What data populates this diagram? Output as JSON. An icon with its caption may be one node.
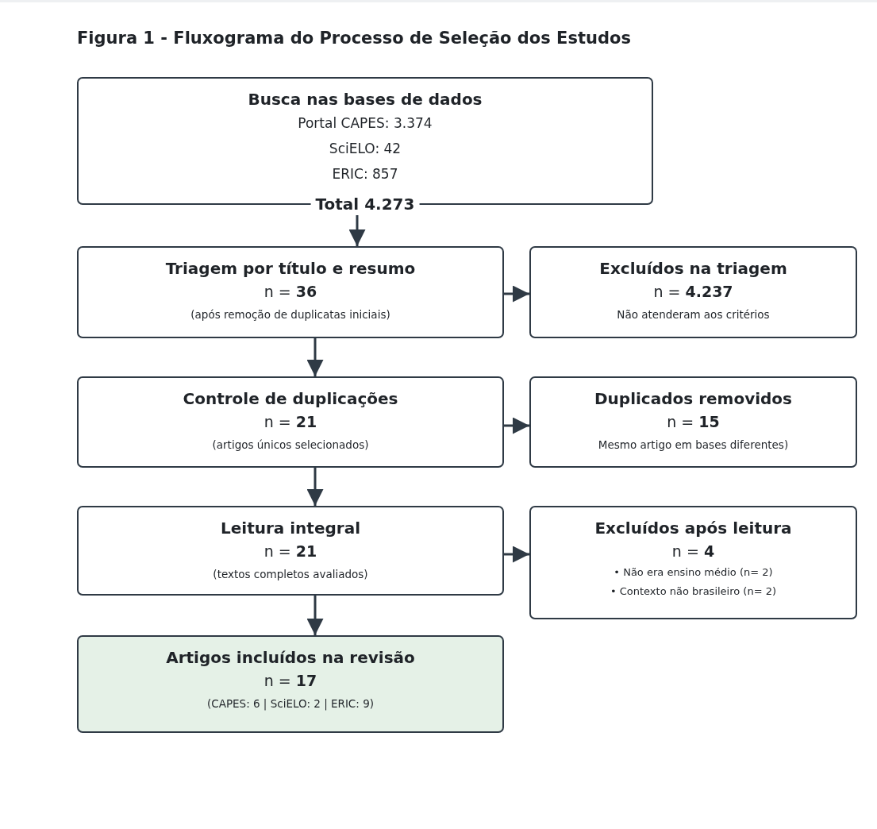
{
  "diagram": {
    "title": "Figura 1 - Fluxograma do Processo de Seleção dos Estudos",
    "nodes": [
      {
        "text": [
          "Busca nas bases de dados",
          "Portal CAPES: 3.374",
          "SciELO: 42",
          "ERIC: 857",
          "Total 4.273"
        ]
      },
      {
        "text": [
          "Triagem por título e resumo",
          "n = **36**",
          "(após remoção de duplicatas iniciais)"
        ]
      },
      {
        "text": [
          "Excluídos na triagem",
          "n = **4.237**",
          "Não atenderam aos critérios"
        ]
      },
      {
        "text": [
          "Controle de duplicações",
          "n = **21**",
          "(artigos únicos selecionados)"
        ]
      },
      {
        "text": [
          "Duplicados removidos",
          "n = **15**",
          "Mesmo artigo em bases diferentes)"
        ]
      },
      {
        "text": [
          "Leitura integral",
          "n = **21**",
          "(textos completos avaliados)"
        ]
      },
      {
        "text": [
          "Excluídos após leitura",
          "n = **4**",
          "• Não era ensino médio (n= 2)",
          "• Contexto não brasileiro (n= 2)"
        ]
      },
      {
        "text": [
          "Artigos incluídos na revisão",
          "n = **17**",
          "(CAPES: 6 | SciELO: 2 | ERIC: 9)"
        ]
      }
    ],
    "edges": [
      {
        "from": 0,
        "to": 1,
        "arrow": "to"
      },
      {
        "from": 1,
        "to": 2,
        "arrow": "to"
      },
      {
        "from": 1,
        "to": 3,
        "arrow": "to"
      },
      {
        "from": 3,
        "to": 4,
        "arrow": "to"
      },
      {
        "from": 3,
        "to": 5,
        "arrow": "to"
      },
      {
        "from": 5,
        "to": 6,
        "arrow": "to"
      },
      {
        "from": 5,
        "to": 7,
        "arrow": "to"
      }
    ]
  }
}
